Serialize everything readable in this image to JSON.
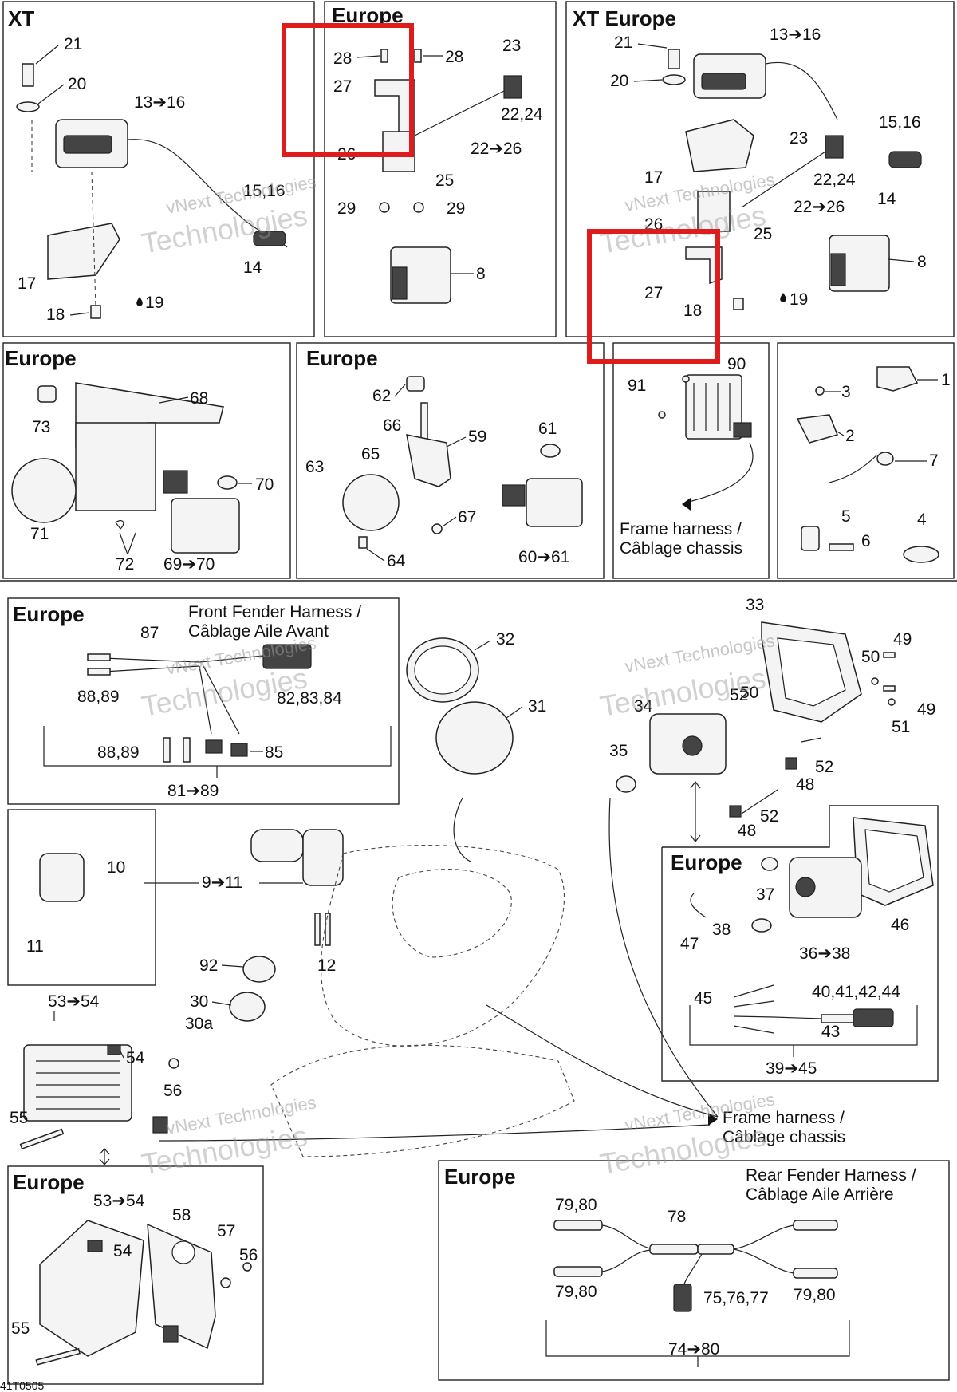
{
  "panels": {
    "xt": "XT",
    "europe_top": "Europe",
    "xt_europe": "XT Europe",
    "europe_light": "Europe",
    "europe_horn": "Europe",
    "europe_front_fender": "Europe",
    "europe_headlight": "Europe",
    "europe_tail": "Europe",
    "europe_rear_fender": "Europe"
  },
  "captions": {
    "frame_harness_en": "Frame harness /",
    "frame_harness_fr": "Câblage chassis",
    "front_fender_en": "Front Fender Harness /",
    "front_fender_fr": "Câblage Aile Avant",
    "rear_fender_en": "Rear Fender Harness /",
    "rear_fender_fr": "Câblage Aile Arrière",
    "frame_harness2_en": "Frame harness /",
    "frame_harness2_fr": "Câblage chassis"
  },
  "labels": {
    "xt": [
      "21",
      "20",
      "13➔16",
      "15,16",
      "14",
      "17",
      "18",
      "19"
    ],
    "eu_top": [
      "28",
      "27",
      "28",
      "23",
      "22,24",
      "22➔26",
      "26",
      "25",
      "29",
      "29",
      "8"
    ],
    "xte": [
      "21",
      "20",
      "13➔16",
      "15,16",
      "23",
      "22,24",
      "17",
      "14",
      "22➔26",
      "26",
      "25",
      "8",
      "27",
      "18",
      "19"
    ],
    "eu_light": [
      "68",
      "73",
      "71",
      "70",
      "72",
      "69➔70"
    ],
    "eu_horn": [
      "62",
      "66",
      "59",
      "61",
      "65",
      "63",
      "67",
      "64",
      "60➔61"
    ],
    "reg": [
      "90",
      "91"
    ],
    "small": [
      "1",
      "3",
      "2",
      "7",
      "5",
      "6",
      "4"
    ],
    "ffh": [
      "87",
      "88,89",
      "82,83,84",
      "88,89",
      "85",
      "81➔89"
    ],
    "main": [
      "32",
      "31",
      "10",
      "9➔11",
      "11",
      "12",
      "92",
      "30",
      "30a",
      "53➔54",
      "54",
      "56",
      "55"
    ],
    "head": [
      "33",
      "49",
      "50",
      "52",
      "50",
      "34",
      "49",
      "51",
      "35",
      "52",
      "48",
      "52",
      "48"
    ],
    "eu_head": [
      "37",
      "46",
      "47",
      "38",
      "36➔38",
      "45",
      "40,41,42,44",
      "43",
      "39➔45"
    ],
    "eu_tail": [
      "53➔54",
      "58",
      "57",
      "54",
      "56",
      "55"
    ],
    "rfh": [
      "79,80",
      "78",
      "79,80",
      "75,76,77",
      "79,80",
      "74➔80"
    ]
  },
  "watermark": {
    "line1": "vNext Technologies",
    "line2": "Technologies"
  },
  "footer": "41T0505",
  "highlight_color": "#e01b1b"
}
